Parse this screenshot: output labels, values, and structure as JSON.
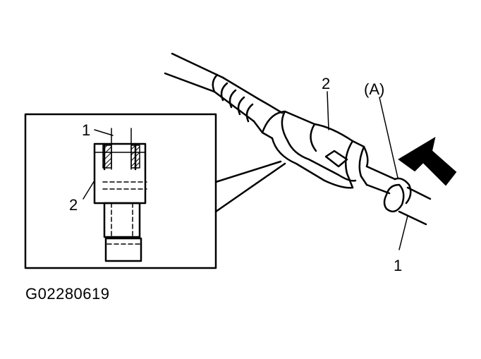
{
  "figure_code": "G02280619",
  "labels": {
    "main_connector": "2",
    "main_pipe": "1",
    "main_ring": "(A)",
    "inset_pipe": "1",
    "inset_connector": "2"
  },
  "colors": {
    "line": "#000000",
    "background": "#ffffff"
  },
  "icons": {
    "arrow": "push-direction-arrow-icon"
  }
}
